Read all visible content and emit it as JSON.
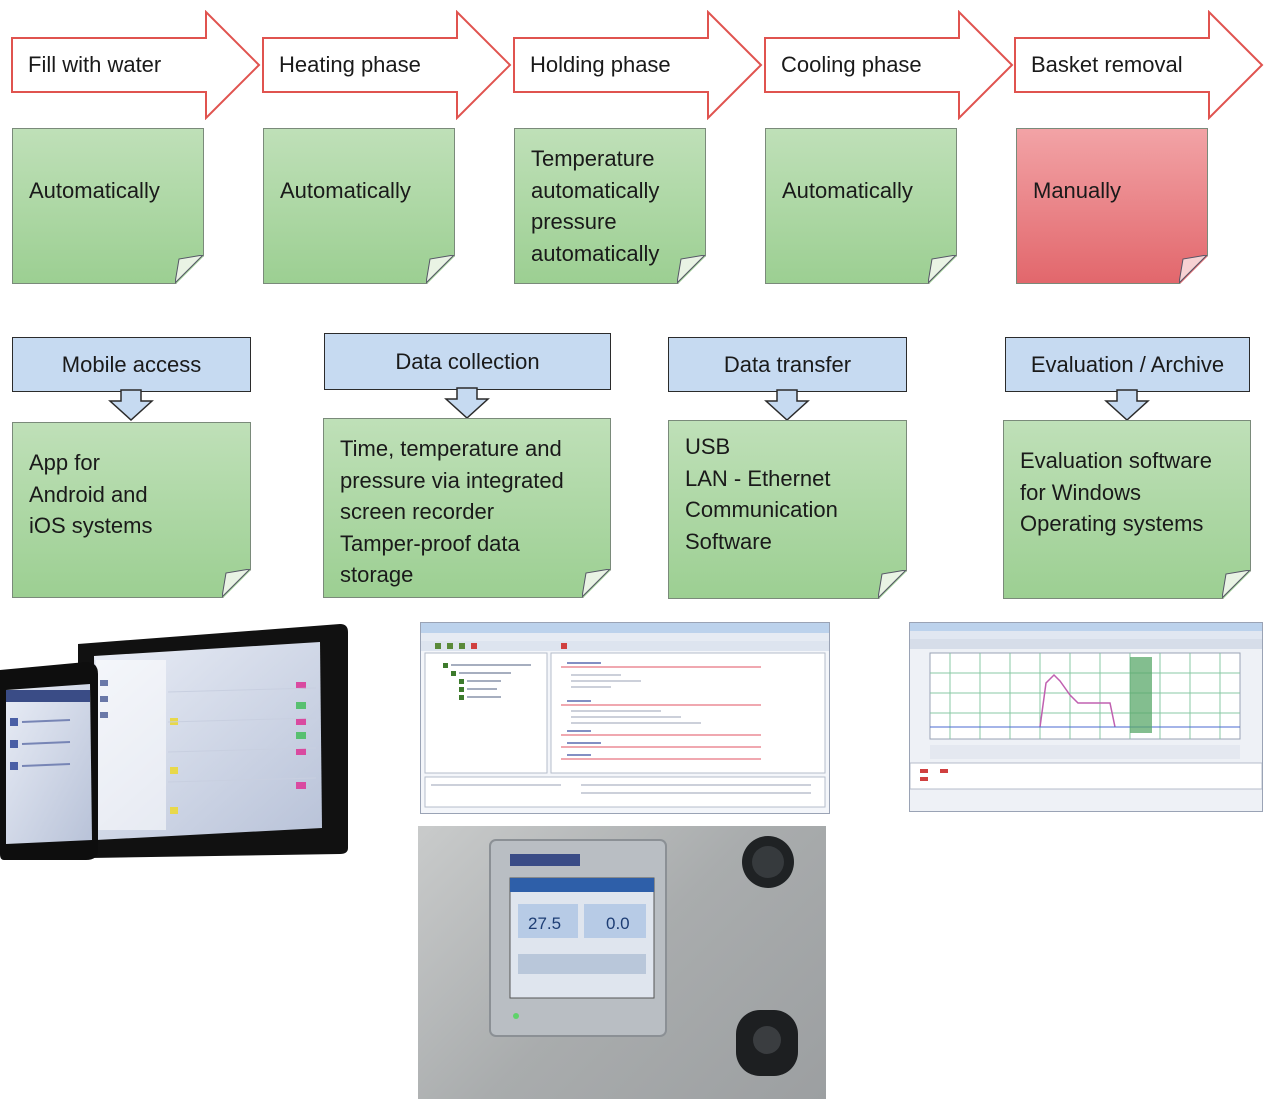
{
  "phases": [
    {
      "label": "Fill with water",
      "mode": "Automatically",
      "mode_type": "automatic"
    },
    {
      "label": "Heating phase",
      "mode": "Automatically",
      "mode_type": "automatic"
    },
    {
      "label": "Holding phase",
      "mode_lines": [
        "Temperature",
        "automatically",
        "pressure",
        "automatically"
      ],
      "mode_type": "automatic"
    },
    {
      "label": "Cooling phase",
      "mode": "Automatically",
      "mode_type": "automatic"
    },
    {
      "label": "Basket removal",
      "mode": "Manually",
      "mode_type": "manual"
    }
  ],
  "features": [
    {
      "title": "Mobile access",
      "lines": [
        "App for",
        "Android and",
        "iOS systems"
      ]
    },
    {
      "title": "Data collection",
      "lines": [
        "Time, temperature and",
        "pressure via integrated",
        "screen recorder",
        "Tamper-proof data",
        "storage"
      ]
    },
    {
      "title": "Data transfer",
      "lines": [
        "USB",
        "LAN - Ethernet",
        "Communication",
        "Software"
      ]
    },
    {
      "title": "Evaluation / Archive",
      "lines": [
        "Evaluation software",
        "for Windows",
        "Operating systems"
      ]
    }
  ],
  "screen_recorder": {
    "display_values": [
      "27.5",
      "0.0"
    ]
  },
  "colors": {
    "arrow_outline": "#e0534f",
    "auto_note": "#a6d49b",
    "manual_note": "#e86f73",
    "callout": "#c6daf1"
  }
}
